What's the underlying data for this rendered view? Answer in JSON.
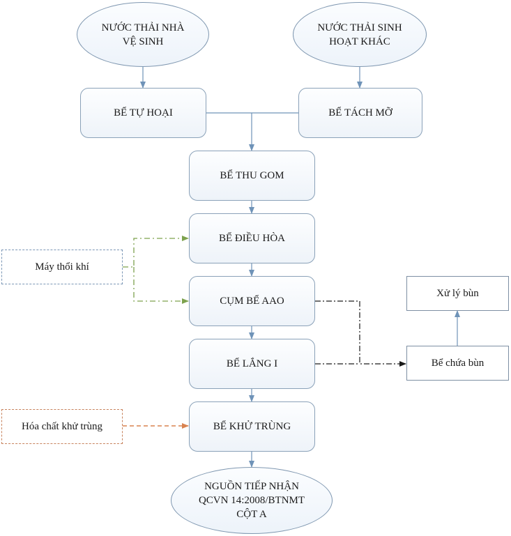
{
  "nodes": {
    "toilet_wastewater": "NƯỚC THẢI NHÀ\nVỆ SINH",
    "other_wastewater": "NƯỚC THẢI SINH\nHOẠT KHÁC",
    "septic_tank": "BỂ TỰ HOẠI",
    "grease_trap": "BỂ TÁCH MỠ",
    "collection_tank": "BỂ THU GOM",
    "equalization_tank": "BỂ ĐIỀU HÒA",
    "aao_tank": "CỤM BỂ AAO",
    "settling_tank": "BỂ LẮNG I",
    "disinfection_tank": "BỂ KHỬ TRÙNG",
    "receiving_source": "NGUỒN TIẾP NHẬN\nQCVN 14:2008/BTNMT\nCỘT A",
    "air_blower": "Máy thổi khí",
    "disinfectant_chemical": "Hóa chất khử trùng",
    "sludge_tank": "Bể chứa bùn",
    "sludge_treatment": "Xử lý bùn"
  },
  "colors": {
    "main_flow": "#6f93b8",
    "air_flow": "#7da24e",
    "chemical_flow": "#d9824f",
    "sludge_flow": "#1a1a1a"
  }
}
